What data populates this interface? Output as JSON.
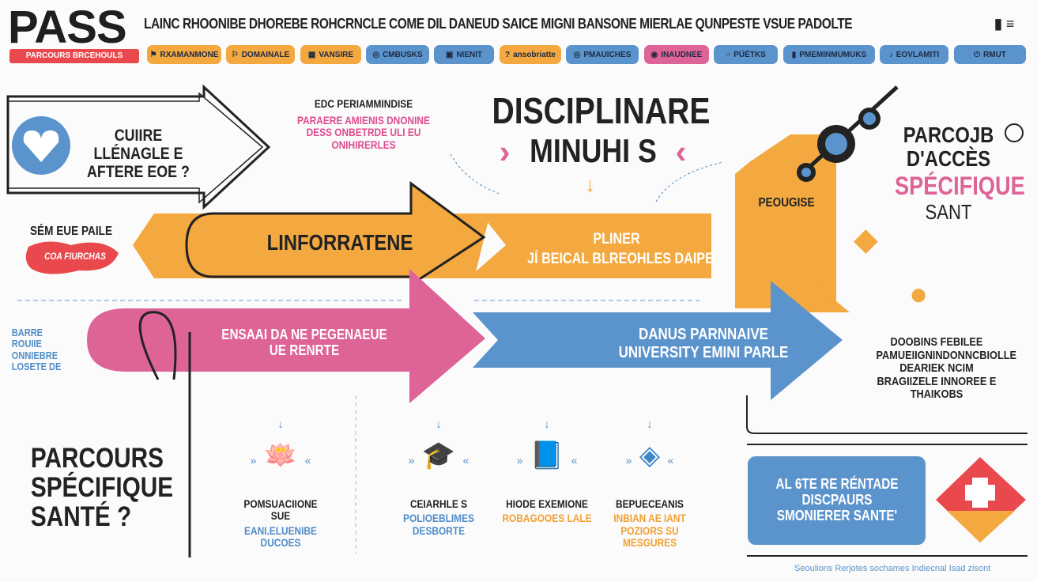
{
  "header": {
    "logo": "PASS",
    "logo_subtitle": "PARCOURS BRCEHOULS",
    "headline": "LAINC RHOONIBE DHOREBE ROHCRNCLE COME DIL DANEUD SAICE MIGNI BANSONE MIERLAE QUNPESTE VSUE PADOLTE"
  },
  "nav": [
    {
      "label": "RXAMANMONE",
      "icon": "⚑",
      "color": "orange"
    },
    {
      "label": "DOMAINALE",
      "icon": "⚐",
      "color": "orange"
    },
    {
      "label": "VANSIRE",
      "icon": "▦",
      "color": "orange"
    },
    {
      "label": "CMBUSKS",
      "icon": "◎",
      "color": "blue"
    },
    {
      "label": "NIENIT",
      "icon": "▣",
      "color": "blue"
    },
    {
      "label": "ansobriatte",
      "icon": "?",
      "color": "orange"
    },
    {
      "label": "PMAUICHES",
      "icon": "◎",
      "color": "blue"
    },
    {
      "label": "INAUDNEE",
      "icon": "◉",
      "color": "pink"
    },
    {
      "label": "PÜÉTKS",
      "icon": "○",
      "color": "blue"
    },
    {
      "label": "PMEMINMUMUKS",
      "icon": "▮",
      "color": "blue"
    },
    {
      "label": "EOVLAMITI",
      "icon": "♪",
      "color": "blue"
    },
    {
      "label": "RMUT",
      "icon": "⏻",
      "color": "blue"
    }
  ],
  "left": {
    "question": "CUIIRE LLÉNAGLE E AFTERE EOE ?",
    "semi_label": "SÉM EUE PAILE",
    "red_badge": "COA FIURCHAS",
    "blue_note": "BARRE ROUIIE ONNIEBRE LOSETE DE",
    "big_question": "PARCOURS SPÉCIFIQUE SANTÉ ?"
  },
  "center": {
    "note_title": "EDC PERIAMMINDISE",
    "note_body": "PARAERE AMIENIS DNONINE DESS ONBETRDE ULI EU ONIHIRERLES",
    "title_line1": "DISCIPLINARE",
    "title_line2": "MINUHI S",
    "orange_arrow": "LINFORRATENE",
    "orange_band_line1": "PLINER",
    "orange_band_line2": "JÍ BEICAL BLREOHLES DAIPE",
    "pink_arrow": "ENSAAI DA NE PEGENAEUE UE RENRTE",
    "blue_arrow_line1": "DANUS PARNNAIVE",
    "blue_arrow_line2": "UNIVERSITY EMINI PARLE"
  },
  "right": {
    "tag": "PEOUGISE",
    "title1": "PARCOJB",
    "title2": "D'ACCÈS",
    "title3": "SPÉCIFIQUE",
    "title4": "SANT",
    "desc": "DOOBINS FEBILEE PAMUEIIGNINDONNCBIOLLE DEARIEK NCIM BRAGIIZELE INNOREE E THAIKOBS",
    "cta": "AL 6TE RE RÉNTADE DISCPAURS SMONIERER SANTE'",
    "footer": "Seoulions Rerjotes sochames Indiecnal Isad zisont"
  },
  "steps": [
    {
      "title": "POMSUACIIONE SUE",
      "sub": "EANI.ELUENIBE DUCOES",
      "icon": "🪷",
      "color": "#d9588f",
      "subcolor": "#4f8cc9"
    },
    {
      "title": "CEIARHLE S",
      "sub": "POLIOEBLIMES DESBORTE",
      "icon": "🎓",
      "color": "#3f86c8",
      "subcolor": "#4f8cc9"
    },
    {
      "title": "HIODE EXEMIONE",
      "sub": "ROBAGOOES LALE",
      "icon": "📘",
      "color": "#3f86c8",
      "subcolor": "#f0a030"
    },
    {
      "title": "BEPUECEANIS",
      "sub": "INBIAN AE IANT POZIORS SU MESGURES",
      "icon": "◈",
      "color": "#3f86c8",
      "subcolor": "#f0a030"
    }
  ],
  "colors": {
    "orange": "#f3a940",
    "blue": "#5b93cc",
    "pink": "#de6396",
    "red": "#e9484d"
  }
}
